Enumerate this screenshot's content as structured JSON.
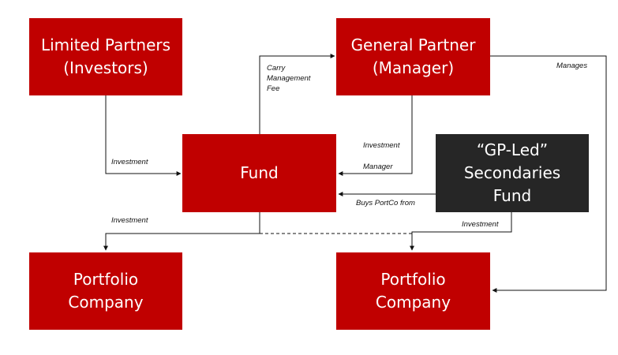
{
  "nodes": {
    "limited_partners": "Limited Partners\n(Investors)",
    "general_partner": "General Partner\n(Manager)",
    "fund": "Fund",
    "gp_led_fund": "“GP-Led”\nSecondaries\nFund",
    "portfolio_left": "Portfolio\nCompany",
    "portfolio_right": "Portfolio\nCompany"
  },
  "edges": {
    "lp_to_fund": "Investment",
    "fund_to_gp": "Carry\nManagement\nFee",
    "gp_manages": "Manages",
    "gp_to_fund_top": "Investment",
    "gp_to_fund_bottom": "Manager",
    "gpled_to_fund": "Buys PortCo from",
    "fund_to_portfolio": "Investment",
    "gpled_to_portfolio": "Investment"
  },
  "colors": {
    "primary_box": "#c00000",
    "secondary_box": "#262626",
    "box_text": "#ffffff",
    "connector": "#111111"
  }
}
